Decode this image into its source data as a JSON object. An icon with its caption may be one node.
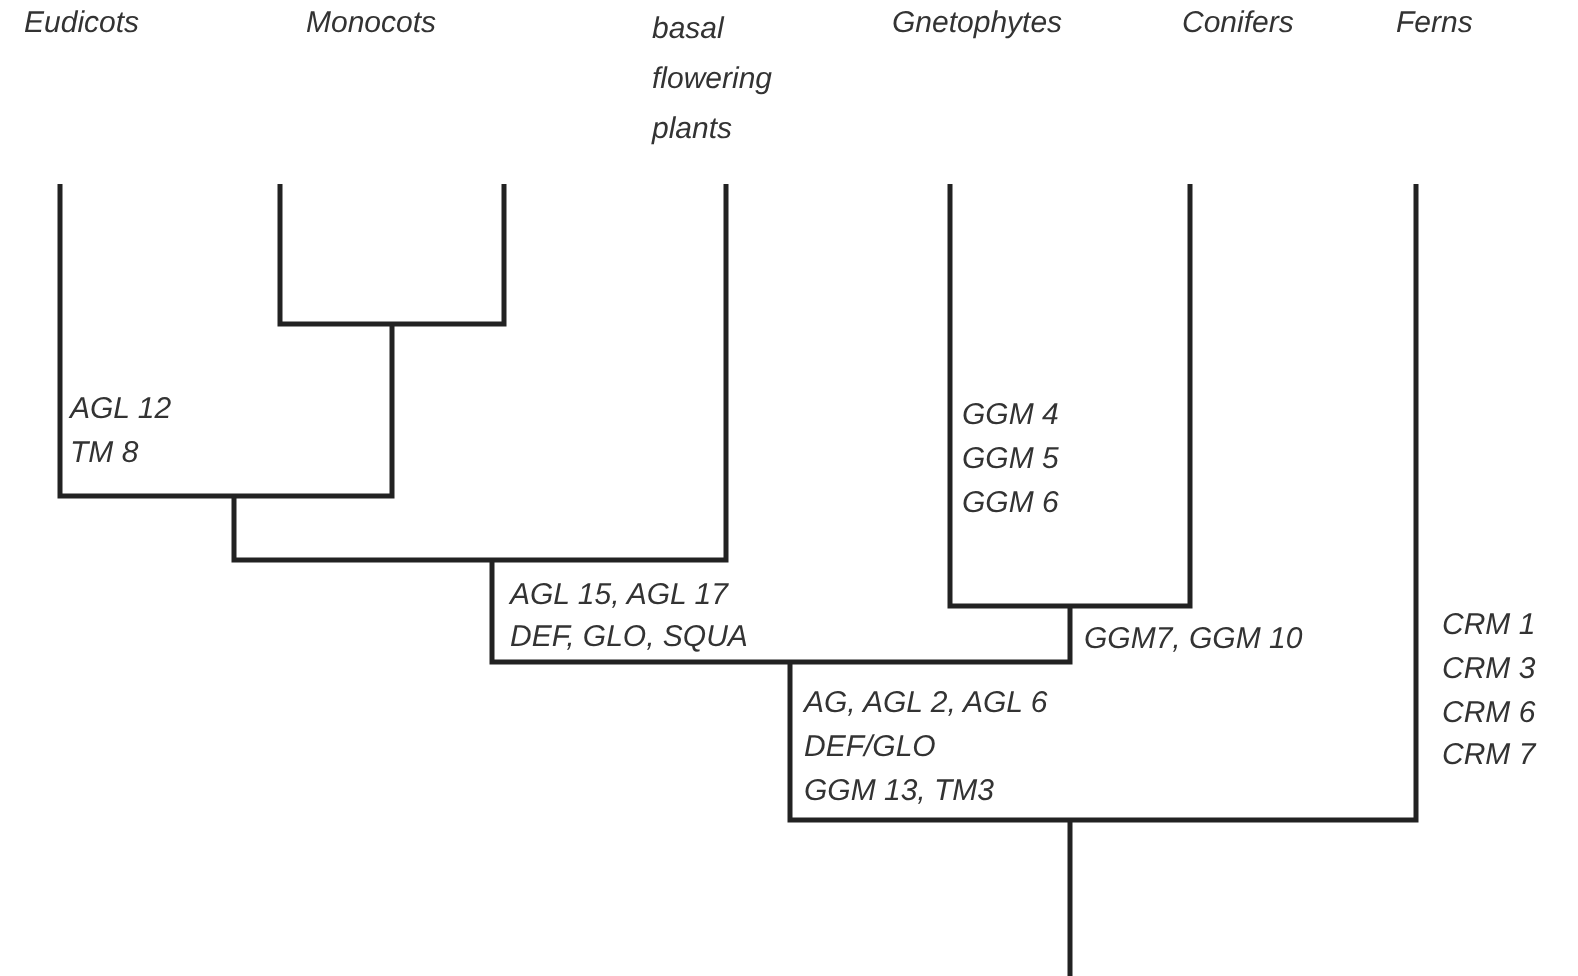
{
  "diagram": {
    "labels": [
      "Eudicots",
      "Monocots",
      "basal flowering plants",
      "Gnetophytes",
      "Conifers",
      "Ferns",
      "AGL 12",
      "TM 8",
      "GGM 4",
      "GGM 5",
      "GGM 6",
      "AGL 15, AGL 17",
      "DEF, GLO, SQUA",
      "GGM7, GGM 10",
      "CRM 1",
      "CRM 3",
      "CRM 6",
      "CRM 7",
      "AG, AGL 2, AGL 6",
      "DEF/GLO",
      "GGM 13, TM3"
    ]
  }
}
